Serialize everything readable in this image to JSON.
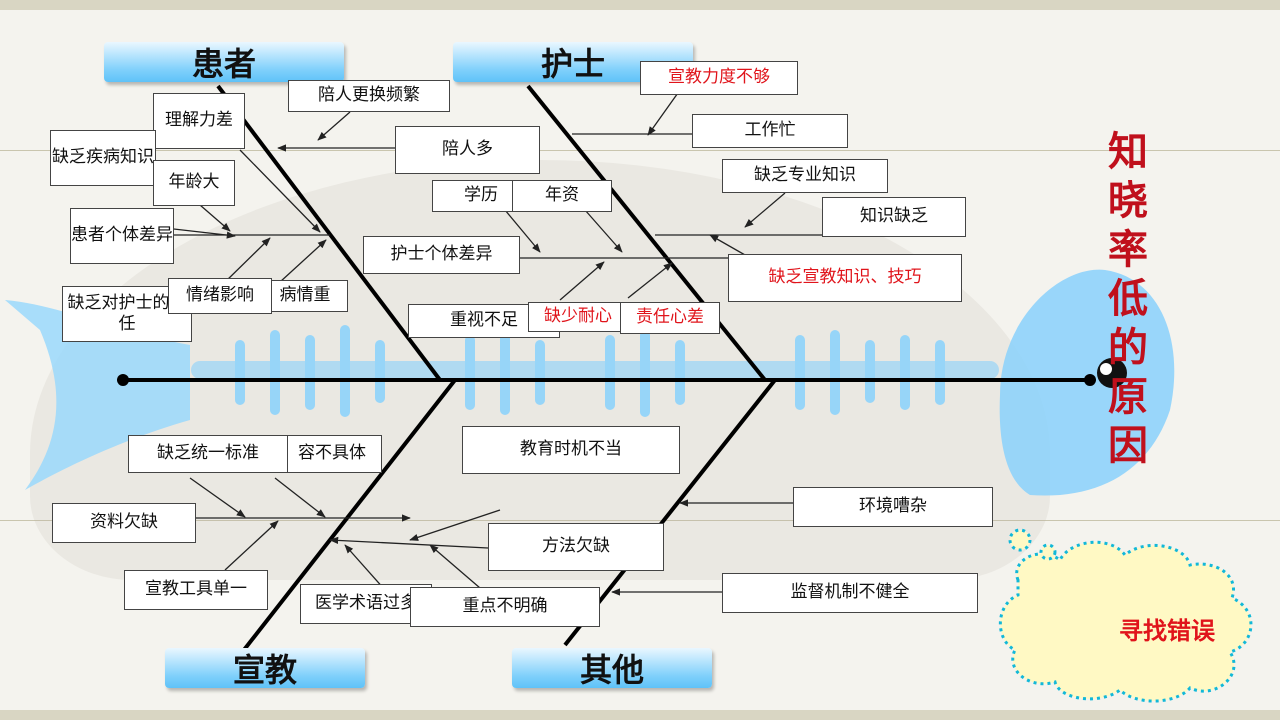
{
  "title": "知晓率低的原因",
  "categories": {
    "patient": "患者",
    "nurse": "护士",
    "education": "宣教",
    "other": "其他"
  },
  "patient_causes": {
    "poor_understanding": "理解力差",
    "companion_changes": "陪人更换频繁",
    "lack_disease_knowledge": "缺乏疾病知识",
    "many_companions": "陪人多",
    "age": "年龄大",
    "individual_difference": "患者个体差异",
    "distrust_nurse": "缺乏对护士的信任",
    "emotion": "情绪影响",
    "severe_illness": "病情重"
  },
  "nurse_causes": {
    "insufficient_effort": "宣教力度不够",
    "busy": "工作忙",
    "education_level": "学历",
    "seniority": "年资",
    "lack_professional": "缺乏专业知识",
    "knowledge_lacking": "知识缺乏",
    "nurse_difference": "护士个体差异",
    "lack_skills": "缺乏宣教知识、技巧",
    "not_valued": "重视不足",
    "impatient": "缺少耐心",
    "low_responsibility": "责任心差"
  },
  "education_causes": {
    "no_standard": "缺乏统一标准",
    "vague_content": "容不具体",
    "lack_materials": "资料欠缺",
    "single_tools": "宣教工具单一",
    "jargon": "医学术语过多",
    "unclear_focus": "重点不明确"
  },
  "other_causes": {
    "bad_timing": "教育时机不当",
    "noisy": "环境嘈杂",
    "poor_method": "方法欠缺",
    "weak_supervision": "监督机制不健全"
  },
  "action_button": "寻找错误",
  "colors": {
    "accent_red": "#e0141b",
    "title_red": "#c0101c",
    "fish_blue": "#7fd0fb"
  }
}
